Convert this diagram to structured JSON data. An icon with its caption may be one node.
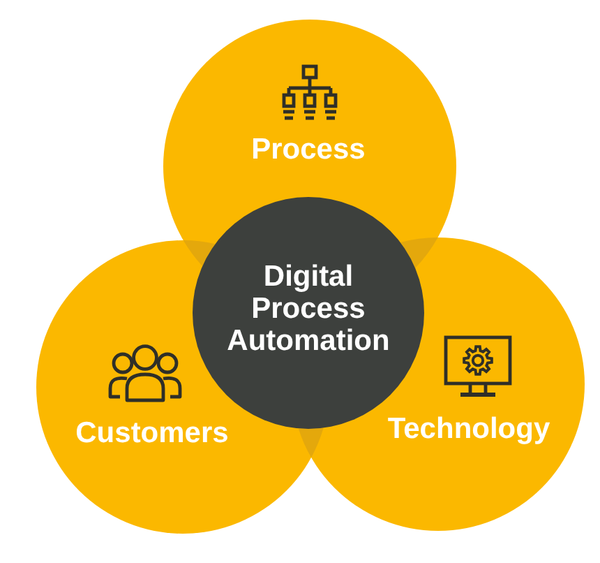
{
  "diagram": {
    "nodes": [
      {
        "text": [
          "Process"
        ]
      },
      {
        "text": [
          "Digital Process Automation"
        ]
      },
      {
        "text": [
          "Customers"
        ]
      },
      {
        "text": [
          "Technology"
        ]
      }
    ]
  }
}
